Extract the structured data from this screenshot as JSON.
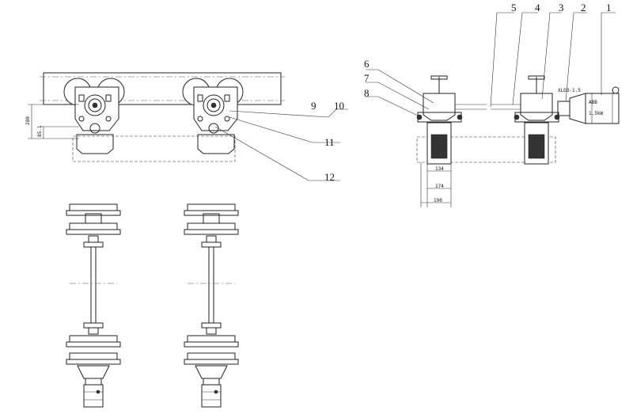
{
  "callouts": {
    "c1": "1",
    "c2": "2",
    "c3": "3",
    "c4": "4",
    "c5": "5",
    "c6": "6",
    "c7": "7",
    "c8": "8",
    "c9": "9",
    "c10": "10",
    "c11": "11",
    "c12": "12"
  },
  "dimensions": {
    "height_total": "280",
    "height_lower": "85.1",
    "width_134": "134",
    "width_174": "174",
    "width_190": "190"
  },
  "motor": {
    "model": "XLD3-1.5",
    "brand": "ABB",
    "power": "1.5kW"
  }
}
